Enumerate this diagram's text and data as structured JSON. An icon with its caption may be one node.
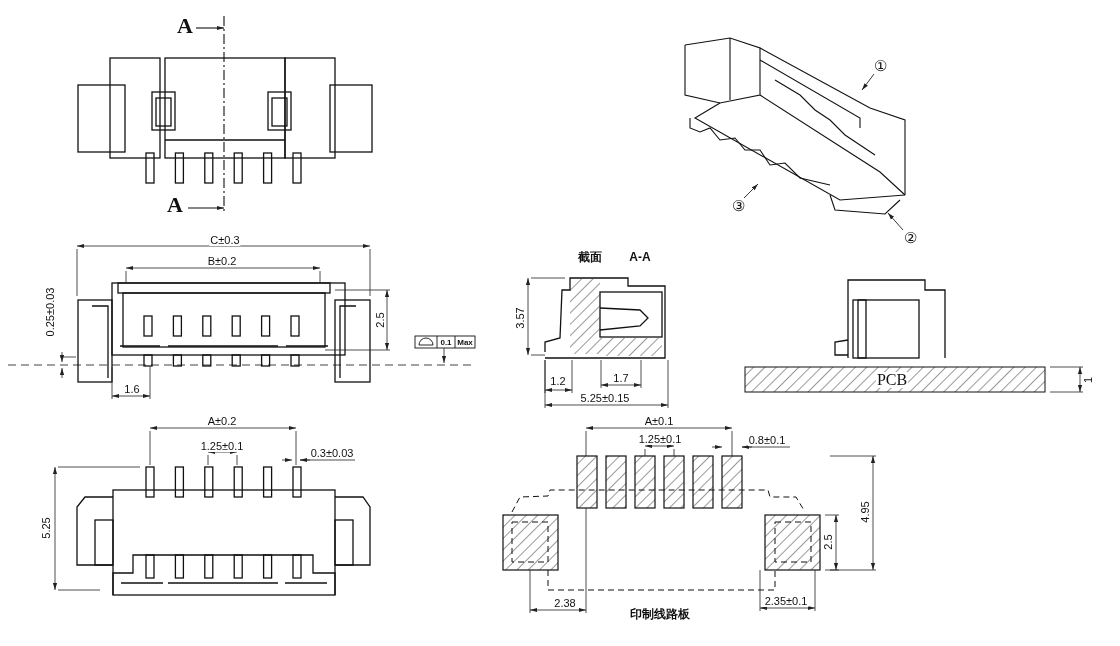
{
  "diagram": {
    "nodes": [
      {
        "text": [
          "①"
        ]
      },
      {
        "text": [
          "②"
        ]
      },
      {
        "text": [
          "③"
        ]
      }
    ],
    "edges": [
      {
        "from": 0,
        "to": null,
        "arrow": "to"
      },
      {
        "from": 1,
        "to": null,
        "arrow": "to"
      },
      {
        "from": 2,
        "to": null,
        "arrow": "to"
      }
    ],
    "labels": [
      "A",
      "A",
      "C±0.3",
      "B±0.2",
      "0.25±0.03",
      "2.5",
      "0.1",
      "Max",
      "1.6",
      "截面",
      "A-A",
      "3.57",
      "1.2",
      "1.7",
      "5.25±0.15",
      "PCB",
      "1",
      "A±0.2",
      "1.25±0.1",
      "0.3±0.03",
      "5.25",
      "A±0.1",
      "1.25±0.1",
      "0.8±0.1",
      "4.95",
      "2.5",
      "2.38",
      "2.35±0.1",
      "印制线路板"
    ]
  }
}
